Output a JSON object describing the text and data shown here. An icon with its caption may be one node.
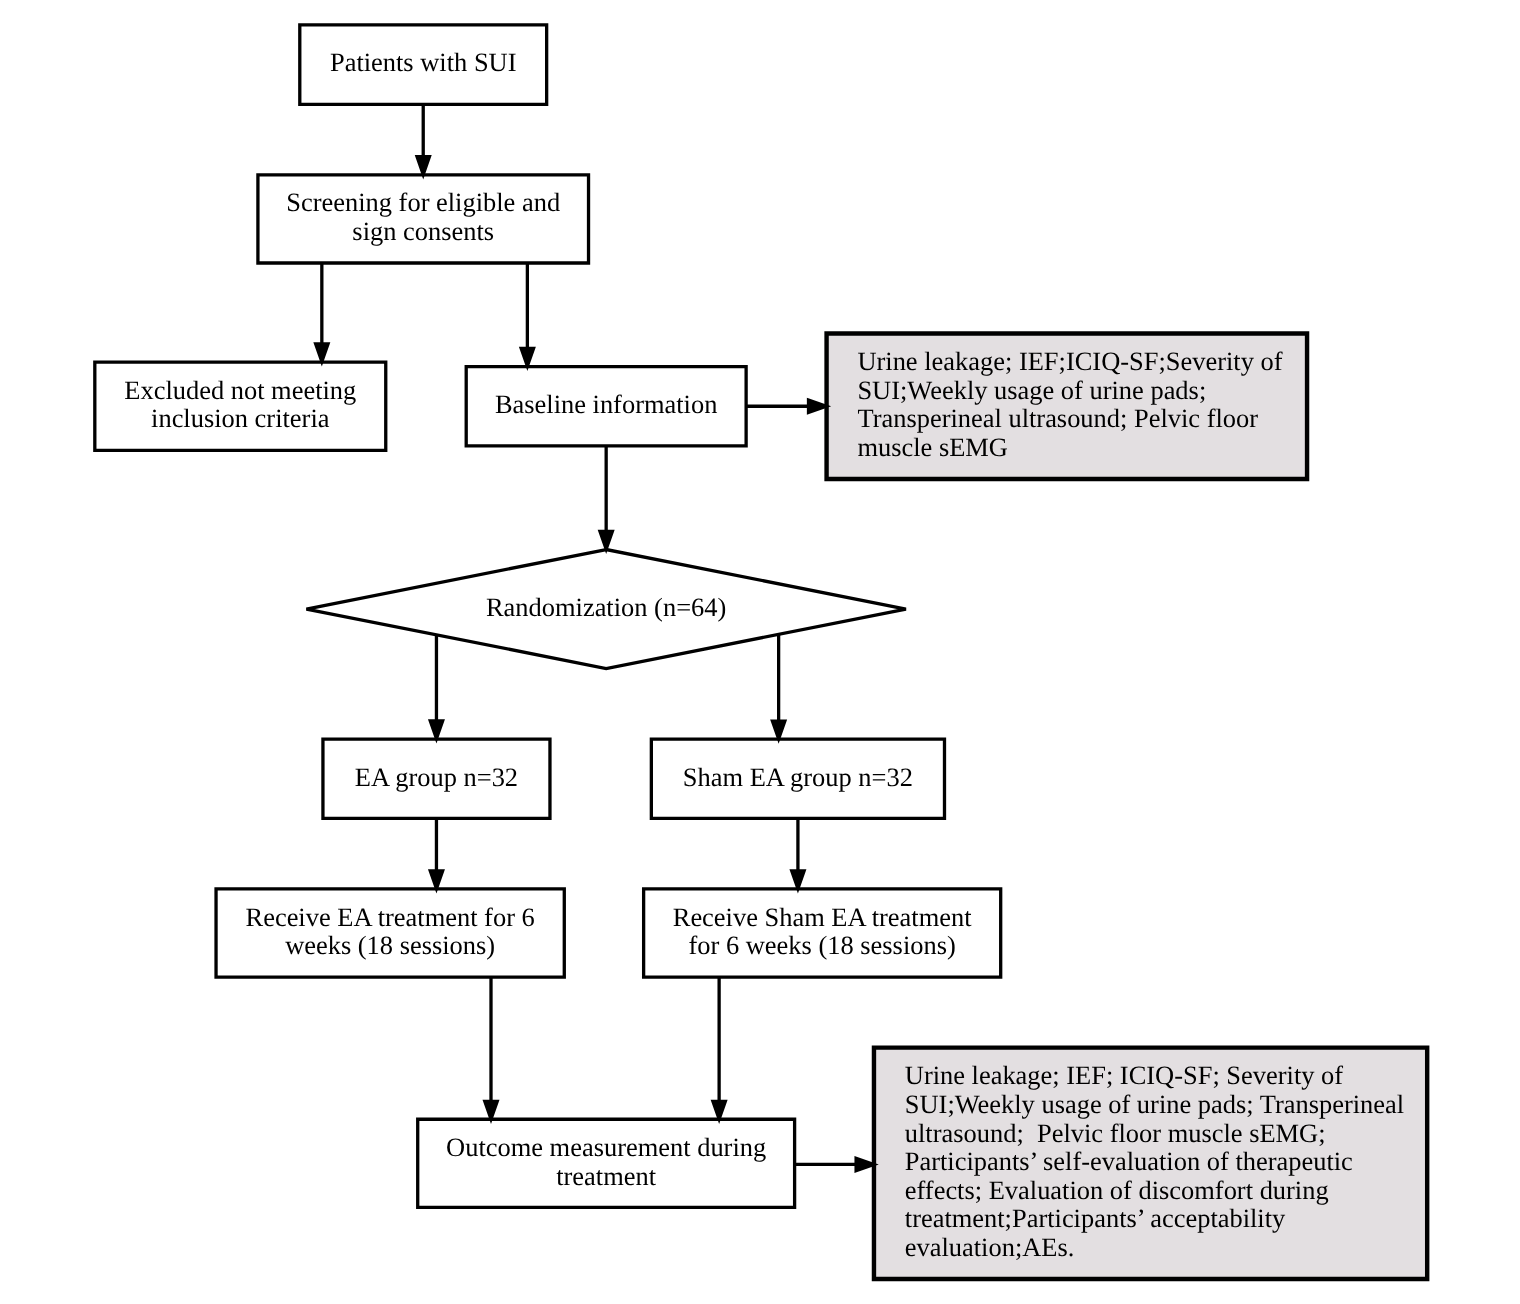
{
  "diagram": {
    "nodes": [
      {
        "text": [
          "Patients with SUI"
        ]
      },
      {
        "text": [
          "Screening for eligible and sign consents"
        ]
      },
      {
        "text": [
          "Excluded not meeting inclusion criteria"
        ]
      },
      {
        "text": [
          "Baseline information"
        ]
      },
      {
        "text": [
          "Urine leakage; IEF;ICIQ-SF;Severity of SUI;Weekly usage of urine pads; Transperineal ultrasound; Pelvic floor muscle sEMG"
        ]
      },
      {
        "text": [
          "Randomization (n=64)"
        ]
      },
      {
        "text": [
          "EA group n=32"
        ]
      },
      {
        "text": [
          "Sham EA group n=32"
        ]
      },
      {
        "text": [
          "Receive EA treatment for 6 weeks (18 sessions)"
        ]
      },
      {
        "text": [
          "Receive Sham EA treatment for 6 weeks (18 sessions)"
        ]
      },
      {
        "text": [
          "Outcome measurement during treatment"
        ]
      },
      {
        "text": [
          "Urine leakage; IEF; ICIQ-SF; Severity of SUI;Weekly usage of urine pads; Transperineal ultrasound;  Pelvic floor muscle sEMG; Participants’ self-evaluation of therapeutic effects; Evaluation of discomfort during treatment;Participants’ acceptability evaluation;AEs."
        ]
      }
    ],
    "edges": [
      {
        "from": 0,
        "to": 1,
        "arrow": "to"
      },
      {
        "from": 1,
        "to": 2,
        "arrow": "to"
      },
      {
        "from": 1,
        "to": 3,
        "arrow": "to"
      },
      {
        "from": 3,
        "to": 4,
        "arrow": "to"
      },
      {
        "from": 3,
        "to": 5,
        "arrow": "to"
      },
      {
        "from": 5,
        "to": 6,
        "arrow": "to"
      },
      {
        "from": 5,
        "to": 7,
        "arrow": "to"
      },
      {
        "from": 6,
        "to": 8,
        "arrow": "to"
      },
      {
        "from": 7,
        "to": 9,
        "arrow": "to"
      },
      {
        "from": 8,
        "to": 10,
        "arrow": "to"
      },
      {
        "from": 9,
        "to": 10,
        "arrow": "to"
      },
      {
        "from": 10,
        "to": 11,
        "arrow": "to"
      }
    ]
  }
}
